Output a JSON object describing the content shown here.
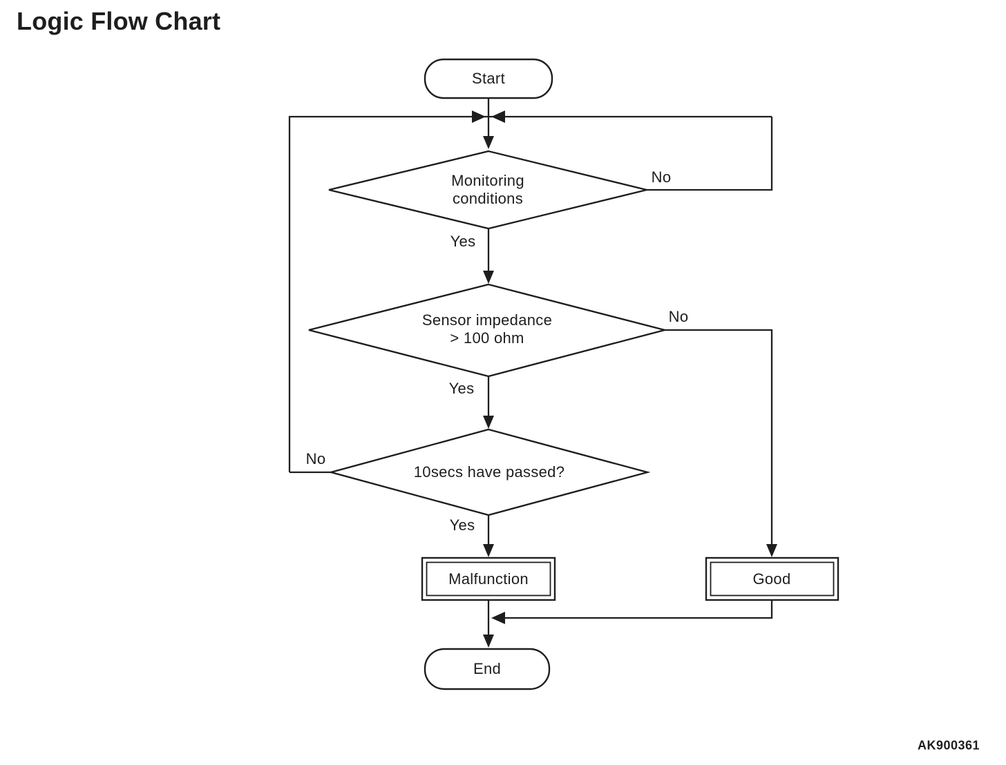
{
  "title": "Logic Flow Chart",
  "figure_code": "AK900361",
  "colors": {
    "ink": "#1e1e1e",
    "paper": "#ffffff"
  },
  "flowchart": {
    "nodes": {
      "start": {
        "type": "terminator",
        "label": "Start"
      },
      "monitoring": {
        "type": "decision",
        "label": "Monitoring\nconditions"
      },
      "impedance": {
        "type": "decision",
        "label": "Sensor impedance\n> 100 ohm"
      },
      "timer": {
        "type": "decision",
        "label": "10secs have passed?"
      },
      "malfunction": {
        "type": "process",
        "label": "Malfunction"
      },
      "good": {
        "type": "process",
        "label": "Good"
      },
      "end": {
        "type": "terminator",
        "label": "End"
      }
    },
    "branches": {
      "monitoring_yes": "Yes",
      "monitoring_no": "No",
      "impedance_yes": "Yes",
      "impedance_no": "No",
      "timer_yes": "Yes",
      "timer_no": "No"
    }
  }
}
